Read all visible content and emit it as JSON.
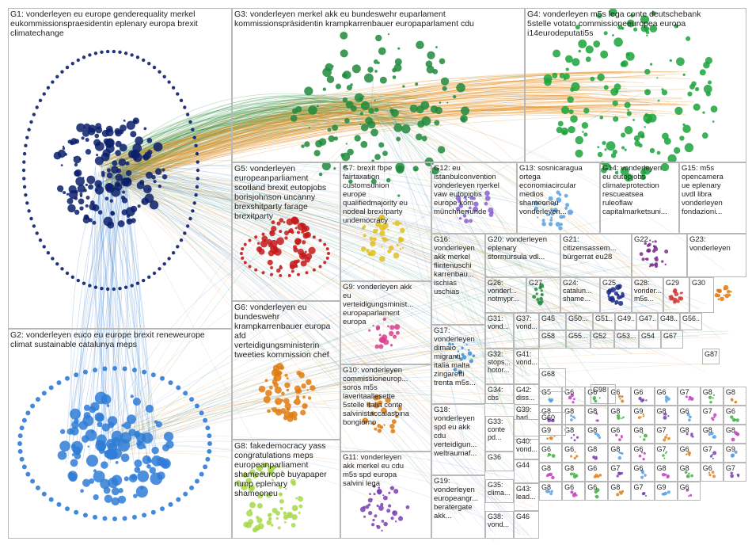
{
  "groups": [
    {
      "id": "G1",
      "label": "G1: vonderleyen eu europe genderequality merkel\neukommissionspraesidentin eplenary europa brexit\nclimatechange"
    },
    {
      "id": "G2",
      "label": "G2: vonderleyen euco eu europe brexit reneweurope\nclimat sustainable catalunya meps"
    },
    {
      "id": "G3",
      "label": "G3: vonderleyen merkel akk eu bundeswehr euparlament\nkommissionspräsidentin krampkarrenbauer europaparlament cdu"
    },
    {
      "id": "G4",
      "label": "G4: vonderleyen m5s lega conte deutschebank\n5stelle votato commissioneeuropea europa\ni14eurodeputati5s"
    },
    {
      "id": "G5",
      "label": "G5: vonderleyen\neuropeanparliament\nscotland brexit eutopjobs\nborisjohnson uncanny\nbrexshitparty farage\nbrexitparty"
    },
    {
      "id": "G6",
      "label": "G6: vonderleyen eu\nbundeswehr\nkrampkarrenbauer europa\nafd\nverteidigungsministerin\ntweeties kommission chef"
    },
    {
      "id": "G7",
      "label": "G7: brexit fbpe\nfairtaxation\ncustomsunion\neurope\nqualifiedmajority eu\nnodeal brexitparty\nundemocracy"
    },
    {
      "id": "G8",
      "label": "G8: fakedemocracy yass\ncongratulations meps\neuropeanparliament\nshameeurope buyapaper\nrump eplenary\nshameoneu"
    },
    {
      "id": "G9",
      "label": "G9: vonderleyen akk\neu\nverteidigungsminist...\neuropaparlament\neuropa"
    },
    {
      "id": "G10",
      "label": "G10: vonderleyen\ncommissioneurop...\nsoros m5s\nlaveritaallesette\n5stelle italia conte\nsalvinistaccalaspina\nbongiorno"
    },
    {
      "id": "G11",
      "label": "G11: vonderleyen\nakk merkel eu cdu\nm5s spd europa\nsalvini lega"
    },
    {
      "id": "G12",
      "label": "G12: eu\nistanbulconvention\nvonderleyen merkel\nvaw eutopjobs\neurope kom\nmünchnerrunde"
    },
    {
      "id": "G13",
      "label": "G13: sosnicaragua\nortega\neconomiacircular\nmedios\nshameoneu\nvonderleyen..."
    },
    {
      "id": "G14",
      "label": "G14: vonderleyen\neu eutopjobs\nclimateprotection\nrescueatsea\nruleoflaw\ncapitalmarketsuni..."
    },
    {
      "id": "G15",
      "label": "G15: m5s\nopencamera\nue eplenary\nuvdl libra\nvonderleyen\nfondazioni..."
    },
    {
      "id": "G16",
      "label": "G16:\nvonderleyen\nakk merkel\nflintenuschi\nkarrenbau...\nischias\nuschias"
    },
    {
      "id": "G17",
      "label": "G17:\nvonderleyen\ndimaio\nmigranti\nitalia malta\nzingaretti\ntrenta m5s..."
    },
    {
      "id": "G18",
      "label": "G18:\nvonderleyen\nspd eu akk\ncdu\nverteidigun...\nweltraumaf..."
    },
    {
      "id": "G19",
      "label": "G19:\nvonderleyen\neuropeangr...\nberatergate\nakk..."
    },
    {
      "id": "G20",
      "label": "G20: vonderleyen\neplenary\nstormursula vdl..."
    },
    {
      "id": "G21",
      "label": "G21:\ncitizensassem...\nbürgerrat eu28"
    },
    {
      "id": "G22",
      "label": "G22"
    },
    {
      "id": "G23",
      "label": "G23:\nvonderleyen"
    },
    {
      "id": "G24",
      "label": "G24:\ncatalun...\nshame..."
    },
    {
      "id": "G25",
      "label": "G25"
    },
    {
      "id": "G26",
      "label": "G26:\nvonderl...\nnotmypr..."
    },
    {
      "id": "G27",
      "label": "G27"
    },
    {
      "id": "G28",
      "label": "G28:\nvonder...\nm5s..."
    },
    {
      "id": "G29",
      "label": "G29"
    },
    {
      "id": "G30",
      "label": "G30"
    },
    {
      "id": "G31",
      "label": "G31:\nvond..."
    },
    {
      "id": "G32",
      "label": "G32:\nstops...\nhotor..."
    },
    {
      "id": "G33",
      "label": "G33:\nconte\npd..."
    },
    {
      "id": "G34",
      "label": "G34:\ncbs"
    },
    {
      "id": "G35",
      "label": "G35:\nclima..."
    },
    {
      "id": "G36",
      "label": "G36"
    },
    {
      "id": "G37",
      "label": "G37:\nvond..."
    },
    {
      "id": "G38",
      "label": "G38:\nvond..."
    },
    {
      "id": "G39",
      "label": "G39:\nbarl..."
    },
    {
      "id": "G40",
      "label": "G40:\nvond..."
    },
    {
      "id": "G41",
      "label": "G41:\nvond..."
    },
    {
      "id": "G42",
      "label": "G42:\ndiss..."
    },
    {
      "id": "G43",
      "label": "G43:\nlead..."
    },
    {
      "id": "G44",
      "label": "G44"
    },
    {
      "id": "G45",
      "label": "G45"
    },
    {
      "id": "G46",
      "label": "G46"
    },
    {
      "id": "G47",
      "label": "G47..."
    },
    {
      "id": "G48",
      "label": "G48..."
    },
    {
      "id": "G49",
      "label": "G49..."
    },
    {
      "id": "G50",
      "label": "G50..."
    },
    {
      "id": "G51",
      "label": "G51..."
    },
    {
      "id": "G52",
      "label": "G52"
    },
    {
      "id": "G53",
      "label": "G53..."
    },
    {
      "id": "G54",
      "label": "G54"
    },
    {
      "id": "G55",
      "label": "G55..."
    },
    {
      "id": "G56",
      "label": "G56..."
    },
    {
      "id": "G58",
      "label": "G58"
    },
    {
      "id": "G60",
      "label": "G60"
    },
    {
      "id": "G67",
      "label": "G67"
    },
    {
      "id": "G68",
      "label": "G68"
    },
    {
      "id": "G87",
      "label": "G87"
    },
    {
      "id": "G98",
      "label": "G98"
    }
  ],
  "small_cells": [
    "G5",
    "G6",
    "G6",
    "G6",
    "G6",
    "G6",
    "G7",
    "G8",
    "G8",
    "G8",
    "G8",
    "G8",
    "G8",
    "G9",
    "G8",
    "G6",
    "G7",
    "G6",
    "G9",
    "G8",
    "G8",
    "G6",
    "G8",
    "G7",
    "G8",
    "G8",
    "G8",
    "G6",
    "G6",
    "G8",
    "G8",
    "G6",
    "G7",
    "G6",
    "G7",
    "G9",
    "G8",
    "G8",
    "G6",
    "G7",
    "G6",
    "G8",
    "G8",
    "G6",
    "G7",
    "G8",
    "G6",
    "G6",
    "G8",
    "G7",
    "G9",
    "G6"
  ],
  "colors": {
    "G1": "#0b1f6b",
    "G2": "#2f7cd6",
    "G3": "#1f8a3c",
    "G4": "#1aa33a",
    "G5": "#c41a1a",
    "G6": "#e07b10",
    "G7": "#e0c020",
    "G8": "#a8d84a",
    "G9": "#d8408f",
    "edge_orange": "#e68a1a",
    "edge_green": "#2a8f3c",
    "edge_blue": "#3a7fd0",
    "edge_gray": "#9aa0a8"
  }
}
